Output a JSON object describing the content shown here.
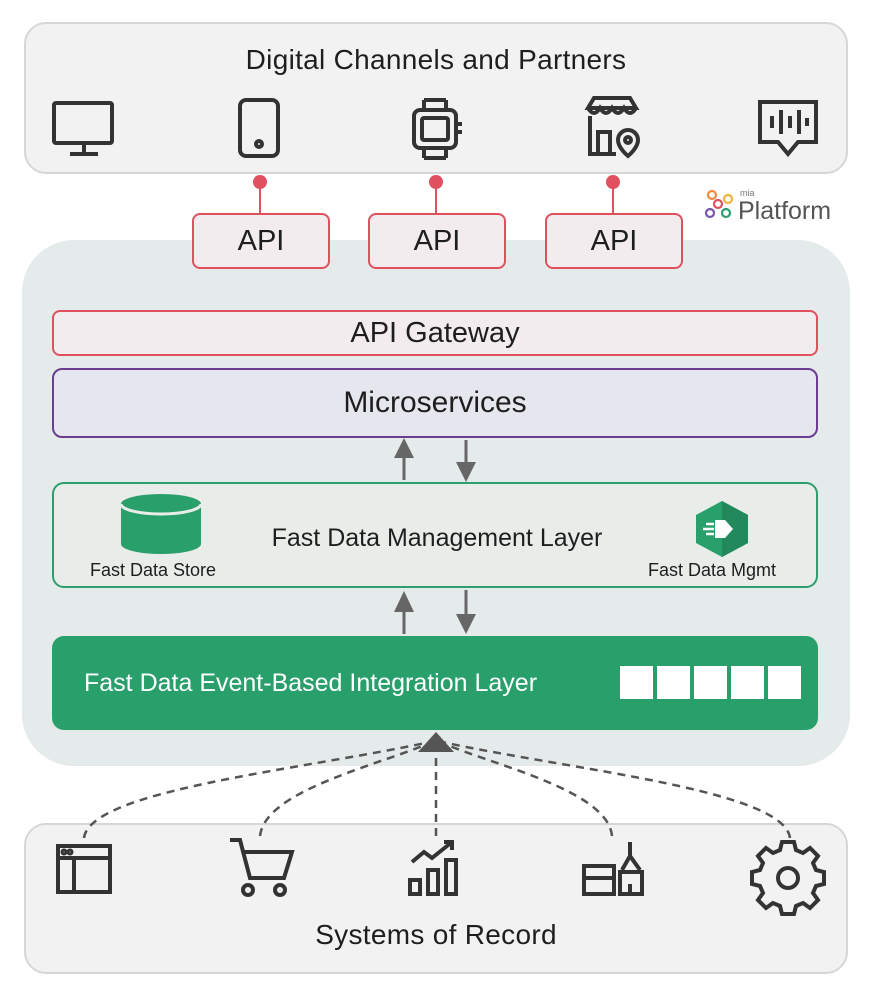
{
  "channels": {
    "title": "Digital Channels and Partners",
    "icons": [
      "monitor-icon",
      "smartphone-icon",
      "smartwatch-icon",
      "store-location-icon",
      "chat-voice-icon"
    ]
  },
  "apis": [
    "API",
    "API",
    "API"
  ],
  "logo": {
    "brand_small": "mia",
    "brand": "Platform"
  },
  "gateway": {
    "label": "API Gateway"
  },
  "microservices": {
    "label": "Microservices"
  },
  "fast_data_management": {
    "title": "Fast Data Management Layer",
    "store_label": "Fast Data Store",
    "mgmt_label": "Fast Data Mgmt"
  },
  "event_layer": {
    "title": "Fast Data Event-Based Integration Layer"
  },
  "records": {
    "title": "Systems of Record",
    "icons": [
      "browser-window-icon",
      "shopping-cart-icon",
      "analytics-chart-icon",
      "warehouse-icon",
      "gear-icon"
    ]
  },
  "colors": {
    "api_border": "#e0505f",
    "microservices_border": "#6a3d8f",
    "fast_data_green": "#29a06c",
    "platform_background": "#e4ebea"
  }
}
